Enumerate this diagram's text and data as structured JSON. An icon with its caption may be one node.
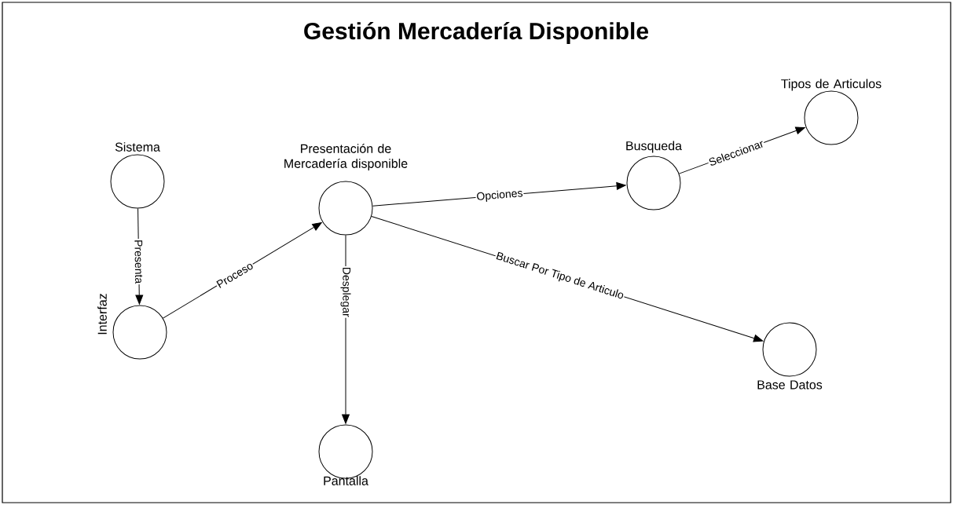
{
  "diagram": {
    "title": "Gestión Mercadería Disponible",
    "nodes": [
      {
        "text": [
          "Sistema"
        ]
      },
      {
        "text": [
          "Interfaz"
        ]
      },
      {
        "text": [
          "Presentación de Mercadería disponible"
        ]
      },
      {
        "text": [
          "Pantalla"
        ]
      },
      {
        "text": [
          "Busqueda"
        ]
      },
      {
        "text": [
          "Tipos de Articulos"
        ]
      },
      {
        "text": [
          "Base Datos"
        ]
      }
    ],
    "edges": [
      {
        "from": 0,
        "to": 1,
        "arrow": "to",
        "label": "Presenta"
      },
      {
        "from": 1,
        "to": 2,
        "arrow": "to",
        "label": "Proceso"
      },
      {
        "from": 2,
        "to": 3,
        "arrow": "to",
        "label": "Desplegar"
      },
      {
        "from": 2,
        "to": 4,
        "arrow": "to",
        "label": "Opciones"
      },
      {
        "from": 4,
        "to": 5,
        "arrow": "to",
        "label": "Seleccionar"
      },
      {
        "from": 2,
        "to": 6,
        "arrow": "to",
        "label": "Buscar Por Tipo de Articulo"
      }
    ]
  }
}
